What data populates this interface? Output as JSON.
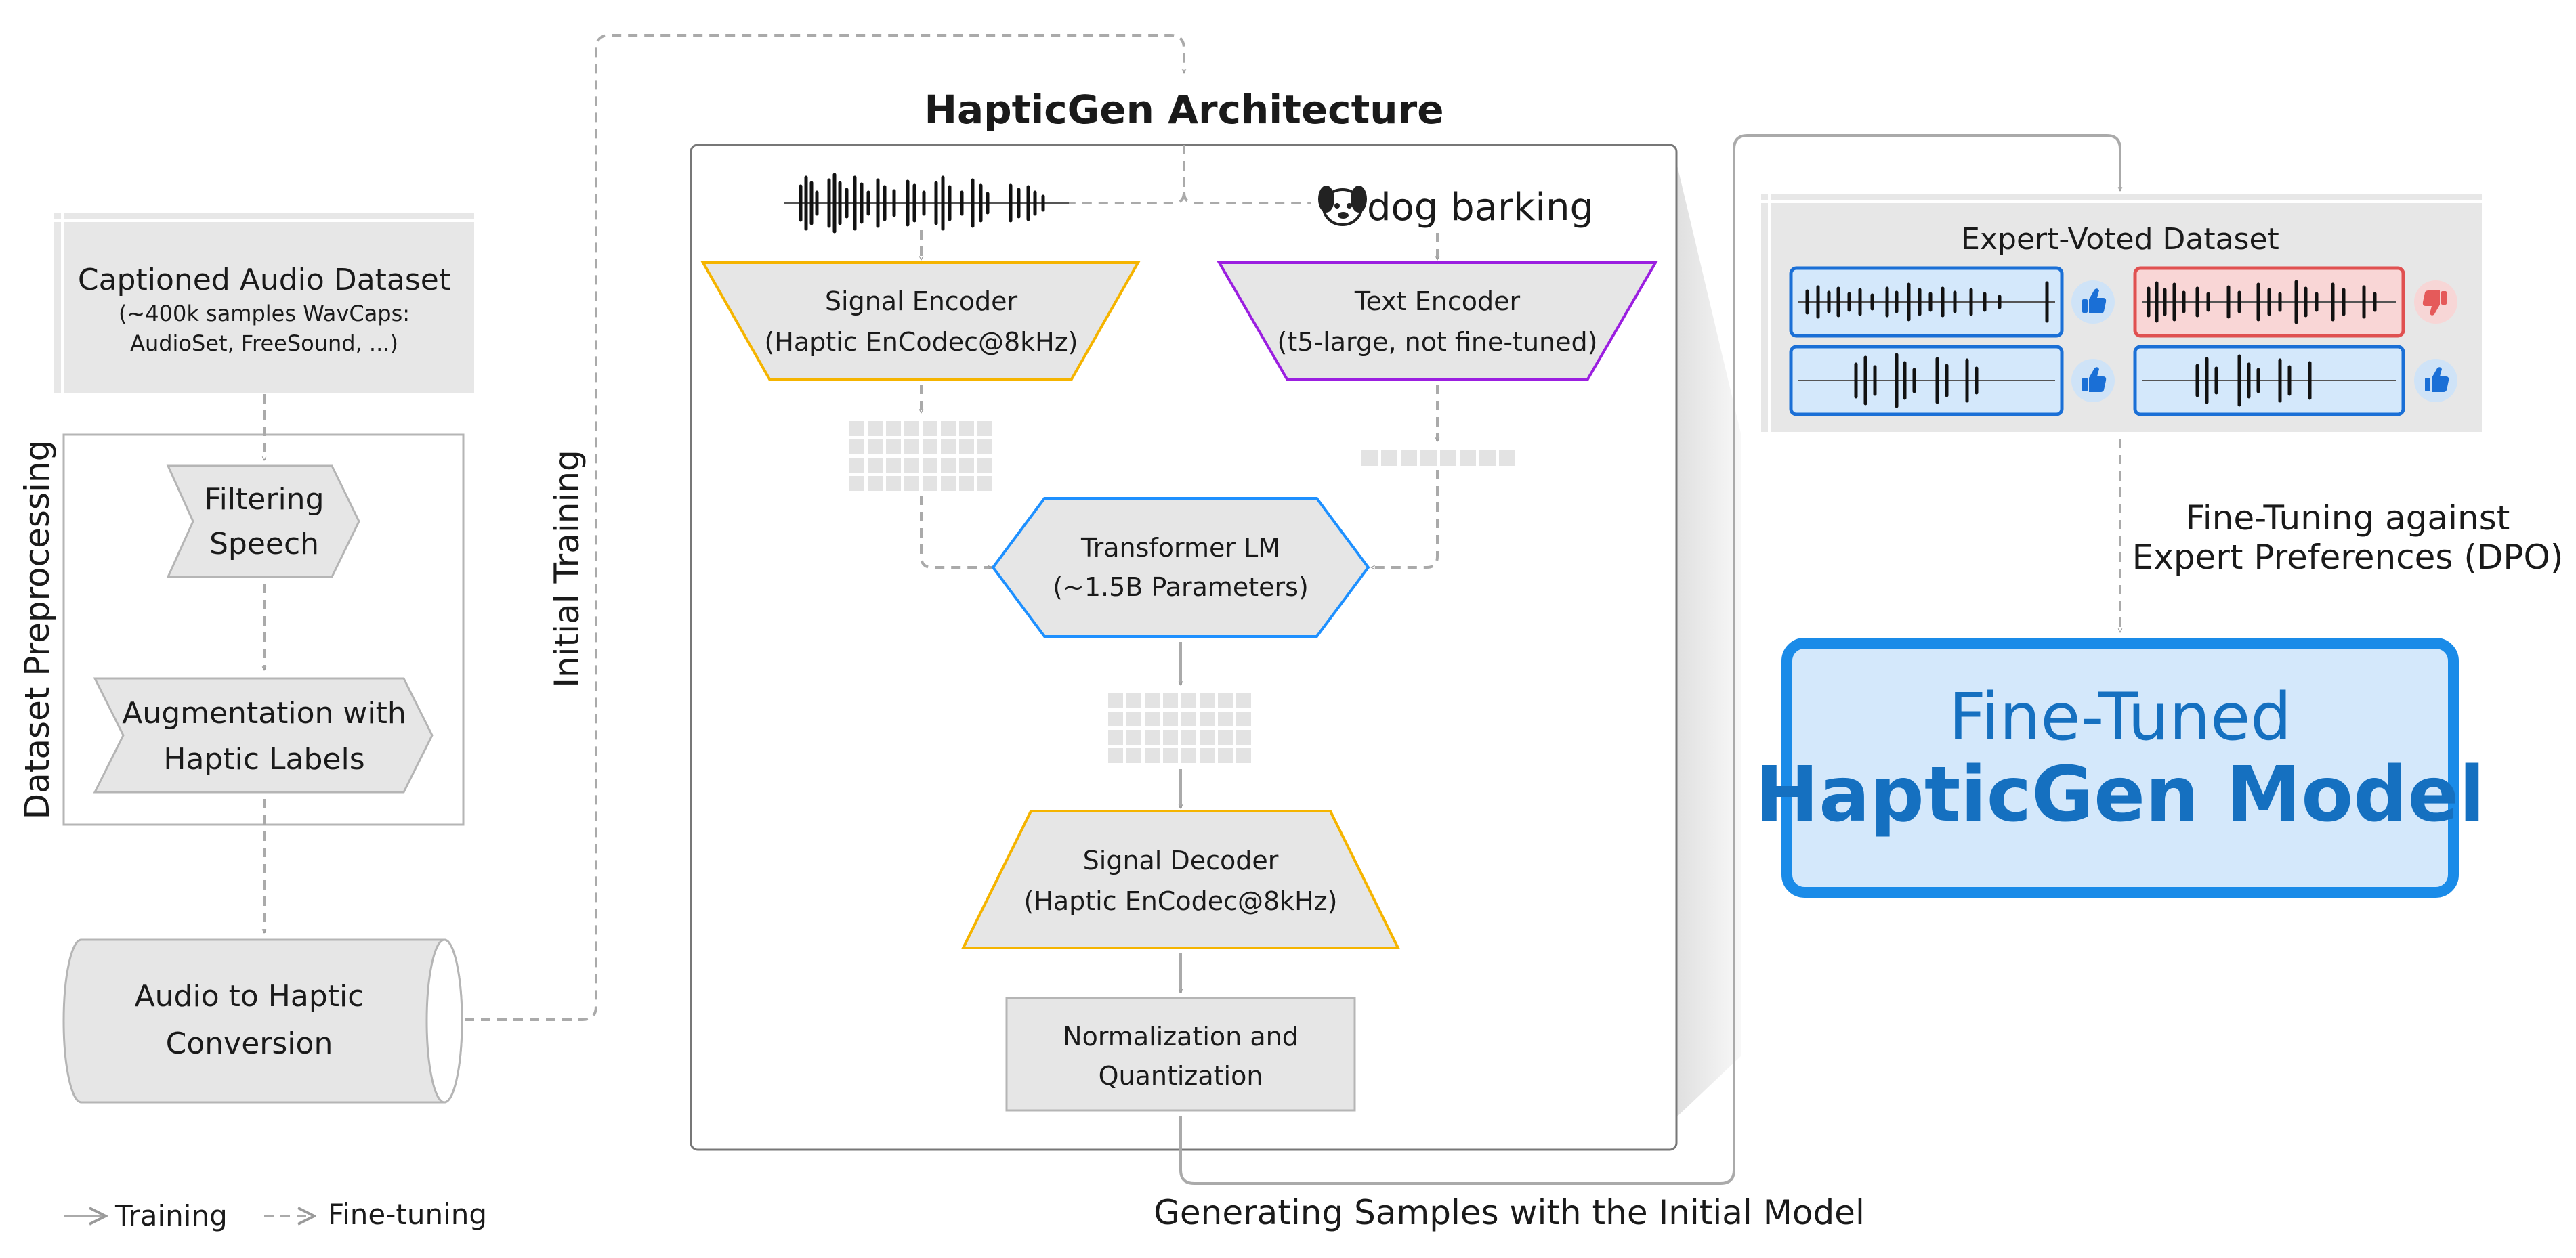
{
  "preprocessing": {
    "section_label": "Dataset Preprocessing",
    "dataset_title": "Captioned Audio Dataset",
    "dataset_sub1": "(~400k samples WavCaps:",
    "dataset_sub2": "AudioSet, FreeSound, ...)",
    "filter_1": "Filtering",
    "filter_2": "Speech",
    "augment_1": "Augmentation with",
    "augment_2": "Haptic Labels",
    "convert_1": "Audio to Haptic",
    "convert_2": "Conversion"
  },
  "initial_training_label": "Initial Training",
  "architecture": {
    "title": "HapticGen Architecture",
    "text_prompt": "dog barking",
    "dog_icon": "dog-face-icon",
    "signal_encoder_1": "Signal Encoder",
    "signal_encoder_2": "(Haptic EnCodec@8kHz)",
    "text_encoder_1": "Text Encoder",
    "text_encoder_2": "(t5-large, not fine-tuned)",
    "transformer_1": "Transformer LM",
    "transformer_2": "(~1.5B Parameters)",
    "decoder_1": "Signal Decoder",
    "decoder_2": "(Haptic EnCodec@8kHz)",
    "norm_1": "Normalization and",
    "norm_2": "Quantization"
  },
  "generating_label": "Generating Samples with the Initial Model",
  "expert": {
    "title": "Expert-Voted Dataset",
    "votes": [
      "thumbs-up-icon",
      "thumbs-down-icon",
      "thumbs-up-icon",
      "thumbs-up-icon"
    ]
  },
  "dpo_label_1": "Fine-Tuning against",
  "dpo_label_2": "Expert Preferences (DPO)",
  "final_model": {
    "line1": "Fine-Tuned",
    "line2": "HapticGen Model"
  },
  "legend": {
    "training": "Training",
    "finetuning": "Fine-tuning"
  },
  "colors": {
    "signal_codec": "#f5b400",
    "text_encoder": "#9b1fe0",
    "transformer": "#1e90ff",
    "final_model": "#1a8be8",
    "final_text": "#1570c0",
    "positive_sample": "#1a6fd6",
    "negative_sample": "#e05050"
  }
}
